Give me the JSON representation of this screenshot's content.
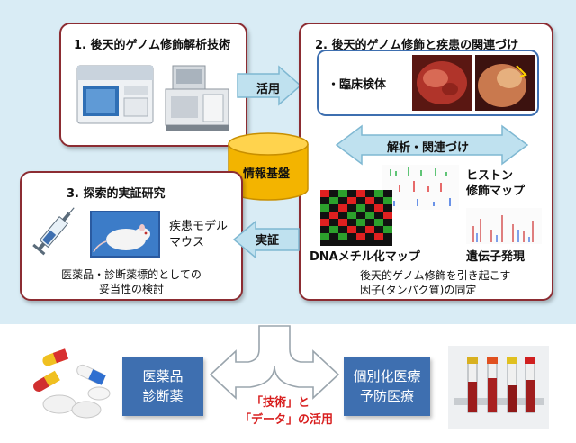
{
  "cards": {
    "tech": {
      "title": "1. 後天的ゲノム修飾解析技術"
    },
    "assoc": {
      "title": "2. 後天的ゲノム修飾と疾患の関連づけ",
      "specimen_label": "・臨床検体",
      "histone_map": "ヒストン\n修飾マップ",
      "dna_map": "DNAメチル化マップ",
      "gene_expr": "遺伝子発現",
      "factor_line1": "後天的ゲノム修飾を引き起こす",
      "factor_line2": "因子(タンパク質)の同定"
    },
    "research": {
      "title": "3. 探索的実証研究",
      "model_label_line1": "疾患モデル",
      "model_label_line2": "マウス",
      "validation_line1": "医薬品・診断薬標的としての",
      "validation_line2": "妥当性の検討"
    }
  },
  "arrows": {
    "use": "活用",
    "analysis": "解析・関連づけ",
    "verify": "実証"
  },
  "database": {
    "label": "情報基盤"
  },
  "bottom": {
    "left_box": "医薬品\n診断薬",
    "right_box": "個別化医療\n予防医療",
    "caption_line1": "「技術」と",
    "caption_line2": "「データ」の活用"
  },
  "colors": {
    "card_border": "#8c2c32",
    "panel_bg": "#d9ecf5",
    "arrow_fill": "#bfe1ef",
    "database": "#f3b400",
    "bottom_box": "#3e6fb0",
    "caption_red": "#d81e1e"
  }
}
